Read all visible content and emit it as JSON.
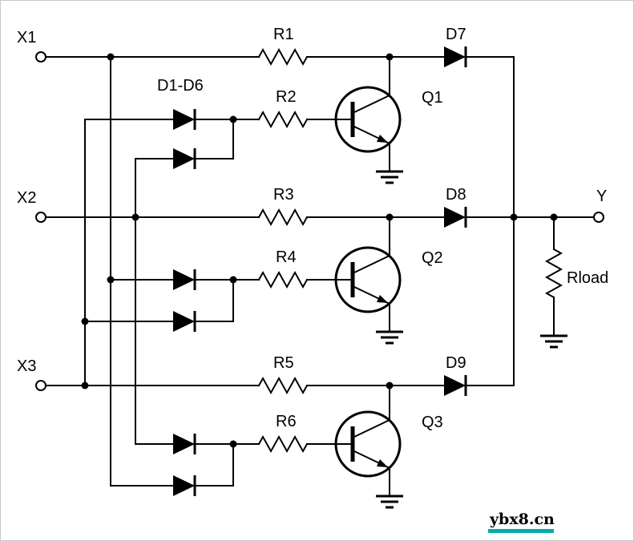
{
  "circuit": {
    "inputs": {
      "x1": "X1",
      "x2": "X2",
      "x3": "X3"
    },
    "output": {
      "y": "Y"
    },
    "resistors": {
      "r1": "R1",
      "r2": "R2",
      "r3": "R3",
      "r4": "R4",
      "r5": "R5",
      "r6": "R6",
      "rload": "Rload"
    },
    "diodes": {
      "group_label": "D1-D6",
      "d7": "D7",
      "d8": "D8",
      "d9": "D9"
    },
    "transistors": {
      "q1": "Q1",
      "q2": "Q2",
      "q3": "Q3"
    }
  },
  "watermark": {
    "text": "ybx8.cn",
    "underline_color": "#00adad"
  },
  "colors": {
    "ink": "#000000",
    "background": "#ffffff"
  }
}
